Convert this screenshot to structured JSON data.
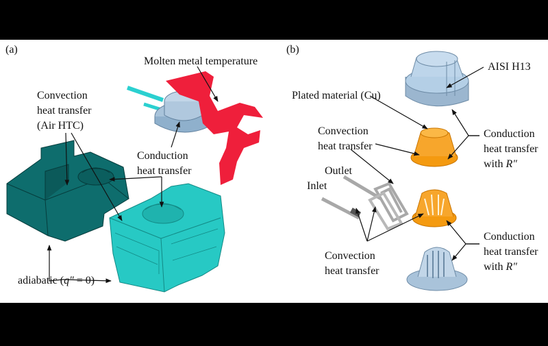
{
  "panels": {
    "a": {
      "label": "(a)"
    },
    "b": {
      "label": "(b)"
    }
  },
  "labels_a": {
    "molten_metal": "Molten metal temperature",
    "convection_1": "Convection",
    "convection_2": "heat transfer",
    "convection_3": "(Air HTC)",
    "conduction_1": "Conduction",
    "conduction_2": "heat transfer",
    "adiabatic_prefix": "adiabatic (",
    "adiabatic_q": "q″",
    "adiabatic_suffix": " = 0)"
  },
  "labels_b": {
    "aisi": "AISI H13",
    "plated_material": "Plated material (Cu)",
    "convection_top_1": "Convection",
    "convection_top_2": "heat transfer",
    "conduction_top_1": "Conduction",
    "conduction_top_2": "heat transfer",
    "conduction_top_3_prefix": "with ",
    "conduction_top_3_r": "R″",
    "outlet": "Outlet",
    "inlet": "Inlet",
    "convection_bottom_1": "Convection",
    "convection_bottom_2": "heat transfer",
    "conduction_bottom_1": "Conduction",
    "conduction_bottom_2": "heat transfer",
    "conduction_bottom_3_prefix": "with ",
    "conduction_bottom_3_r": "R″"
  },
  "colors": {
    "background": "#ffffff",
    "letterbox": "#000000",
    "die_dark": "#0e6d6d",
    "die_light": "#27c9c4",
    "molten_metal": "#ef1f3b",
    "steel": "#b4cfe6",
    "copper": "#f49a10",
    "channel": "#a8a8a8"
  }
}
